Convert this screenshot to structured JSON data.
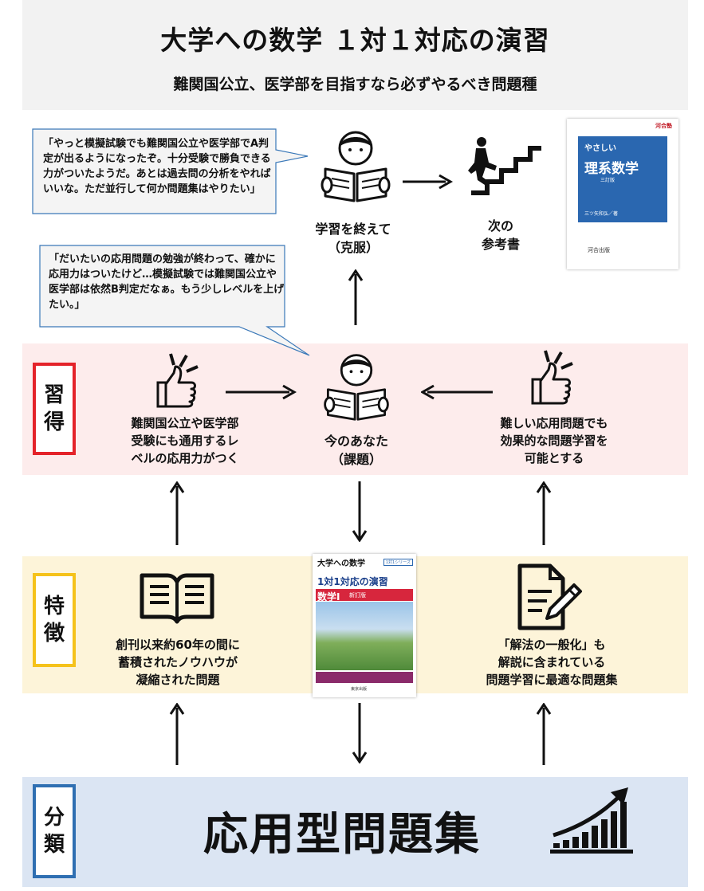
{
  "header": {
    "title": "大学への数学 １対１対応の演習",
    "subtitle": "難関国公立、医学部を目指すなら必ずやるべき問題種"
  },
  "top": {
    "bubble1": "「やっと模擬試験でも難関国公立や医学部でA判定が出るようになったぞ。十分受験で勝負できる力がついたようだ。あとは過去問の分析をやればいいな。ただ並行して何か問題集はやりたい」",
    "finished_label": [
      "学習を終えて",
      "（克服）"
    ],
    "next_label": [
      "次の",
      "参考書"
    ],
    "next_book": {
      "publisher_top": "河合塾",
      "small": "やさしい",
      "title": "理系数学",
      "edition": "三訂版",
      "author": "三ツ矢和弘／著",
      "publisher": "河合出版"
    }
  },
  "bubble2": "「だいたいの応用問題の勉強が終わって、確かに応用力はついたけど…模擬試験では難関国公立や医学部は依然B判定だなぁ。もう少しレベルを上げたい。」",
  "acquire": {
    "tag": [
      "習",
      "得"
    ],
    "left_label": [
      "難関国公立や医学部",
      "受験にも通用するレ",
      "ベルの応用力がつく"
    ],
    "center_label": [
      "今のあなた",
      "（課題）"
    ],
    "right_label": [
      "難しい応用問題でも",
      "効果的な問題学習を",
      "可能とする"
    ]
  },
  "features": {
    "tag": [
      "特",
      "徴"
    ],
    "left_label": [
      "創刊以来約60年の間に",
      "蓄積されたノウハウが",
      "凝縮された問題"
    ],
    "book": {
      "series_top": "大学への数学",
      "series_badge": "1対1シリーズ",
      "title": "1対1対応の演習",
      "subject": "数学Ⅰ",
      "edition": "新訂版",
      "publisher": "東京出版"
    },
    "right_label": [
      "「解法の一般化」も",
      "解説に含まれている",
      "問題学習に最適な問題集"
    ]
  },
  "category": {
    "tag": [
      "分",
      "類"
    ],
    "name": "応用型問題集"
  },
  "colors": {
    "pink_band": "#fdecec",
    "yellow_band": "#fdf4d9",
    "blue_band": "#dbe5f3",
    "tag_red": "#e4232a",
    "tag_yellow": "#f5c21b",
    "tag_blue": "#2f6fb2"
  },
  "icons": [
    "reader-icon",
    "climbing-stairs-icon",
    "thumbs-up-icon",
    "open-book-icon",
    "document-pen-icon",
    "growth-chart-icon"
  ]
}
